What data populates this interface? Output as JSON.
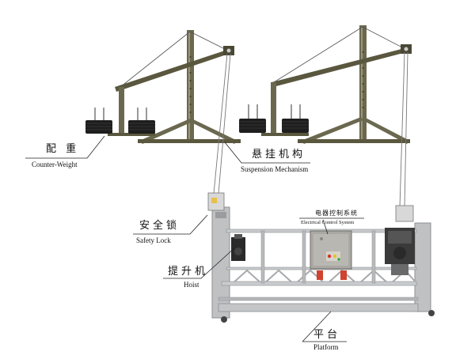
{
  "labels": {
    "counterweight": {
      "zh": "配 重",
      "en": "Counter-Weight"
    },
    "suspension": {
      "zh": "悬挂机构",
      "en": "Suspension Mechanism"
    },
    "safety_lock": {
      "zh": "安全锁",
      "en": "Safety Lock"
    },
    "electrical": {
      "zh": "电器控制系统",
      "en": "Electrical Control System"
    },
    "hoist": {
      "zh": "提升机",
      "en": "Hoist"
    },
    "platform": {
      "zh": "平台",
      "en": "Platform"
    }
  },
  "colors": {
    "steel": "#5c5a45",
    "steel_light": "#8a876c",
    "weight": "#1e1e1e",
    "platform": "#c9cbcd",
    "platform_dark": "#8d9093",
    "control_box": "#a9a8a2",
    "leader": "#222222"
  }
}
